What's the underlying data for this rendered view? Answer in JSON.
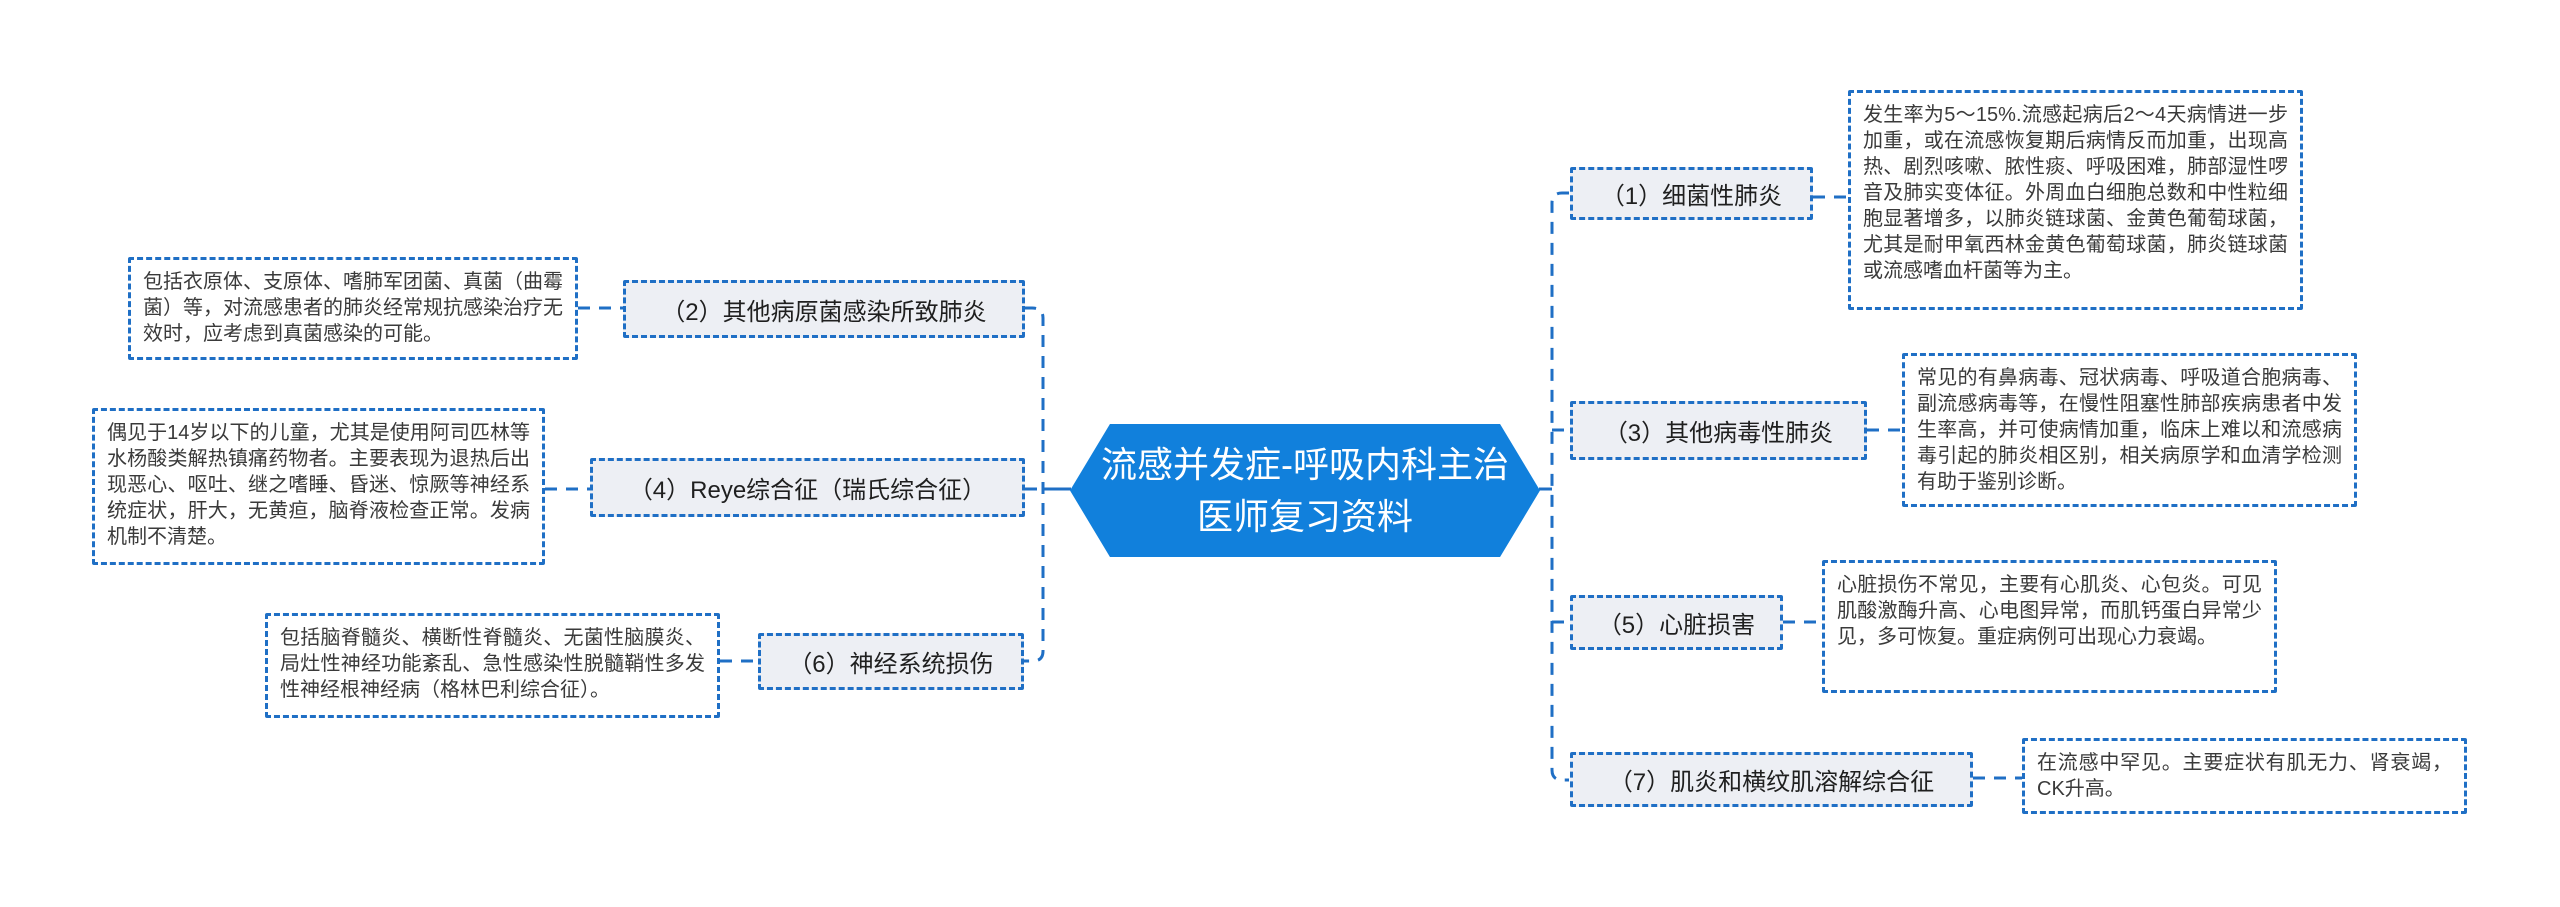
{
  "title": "流感并发症-呼吸内科主治\n医师复习资料",
  "colors": {
    "accent_blue": "#1180DC",
    "line_blue": "#1F6FC5",
    "node_fill": "#EDEFF4",
    "note_text": "#3A3A3A",
    "node_text": "#1F1F1F",
    "title_text": "#FFFFFF",
    "canvas_bg": "#FFFFFF"
  },
  "left": [
    {
      "label": "（2）其他病原菌感染所致肺炎",
      "note": "包括衣原体、支原体、嗜肺军团菌、真菌（曲霉菌）等，对流感患者的肺炎经常规抗感染治疗无效时，应考虑到真菌感染的可能。"
    },
    {
      "label": "（4）Reye综合征（瑞氏综合征）",
      "note": "偶见于14岁以下的儿童，尤其是使用阿司匹林等水杨酸类解热镇痛药物者。主要表现为退热后出现恶心、呕吐、继之嗜睡、昏迷、惊厥等神经系统症状，肝大，无黄疸，脑脊液检查正常。发病机制不清楚。"
    },
    {
      "label": "（6）神经系统损伤",
      "note": "包括脑脊髓炎、横断性脊髓炎、无菌性脑膜炎、局灶性神经功能紊乱、急性感染性脱髓鞘性多发性神经根神经病（格林巴利综合征）。"
    }
  ],
  "right": [
    {
      "label": "（1）细菌性肺炎",
      "note": "发生率为5～15%.流感起病后2～4天病情进一步加重，或在流感恢复期后病情反而加重，出现高热、剧烈咳嗽、脓性痰、呼吸困难，肺部湿性啰音及肺实变体征。外周血白细胞总数和中性粒细胞显著增多，以肺炎链球菌、金黄色葡萄球菌，尤其是耐甲氧西林金黄色葡萄球菌，肺炎链球菌或流感嗜血杆菌等为主。"
    },
    {
      "label": "（3）其他病毒性肺炎",
      "note": "常见的有鼻病毒、冠状病毒、呼吸道合胞病毒、副流感病毒等，在慢性阻塞性肺部疾病患者中发生率高，并可使病情加重，临床上难以和流感病毒引起的肺炎相区别，相关病原学和血清学检测有助于鉴别诊断。"
    },
    {
      "label": "（5）心脏损害",
      "note": "心脏损伤不常见，主要有心肌炎、心包炎。可见肌酸激酶升高、心电图异常，而肌钙蛋白异常少见，多可恢复。重症病例可出现心力衰竭。"
    },
    {
      "label": "（7）肌炎和横纹肌溶解综合征",
      "note": "在流感中罕见。主要症状有肌无力、肾衰竭，CK升高。"
    }
  ]
}
